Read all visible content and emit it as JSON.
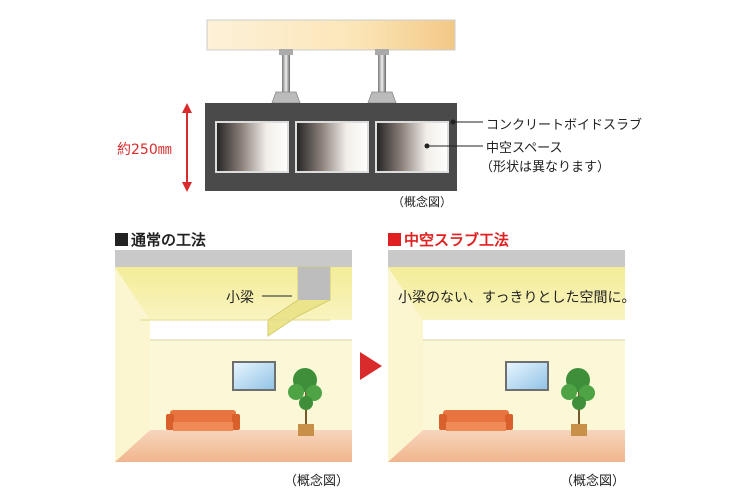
{
  "top": {
    "height_label": "約250㎜",
    "label_slab": "コンクリートボイドスラブ",
    "label_hollow": "中空スペース",
    "label_shape_note": "（形状は異なります）",
    "caption": "（概念図）"
  },
  "left_panel": {
    "heading": "通常の工法",
    "heading_marker_color": "#222222",
    "beam_label": "小梁",
    "caption": "（概念図）"
  },
  "right_panel": {
    "heading": "中空スラブ工法",
    "heading_marker_color": "#e02020",
    "description": "小梁のない、すっきりとした空間に。",
    "caption": "（概念図）"
  },
  "colors": {
    "accent_red": "#d92b2b",
    "ceiling": "#f6f1b0",
    "wall": "#f8f5c8",
    "floor": "#f5c6a3",
    "slab": "#4a4a4a"
  },
  "icons": [
    "arrow-right-icon",
    "height-arrow-icon"
  ]
}
